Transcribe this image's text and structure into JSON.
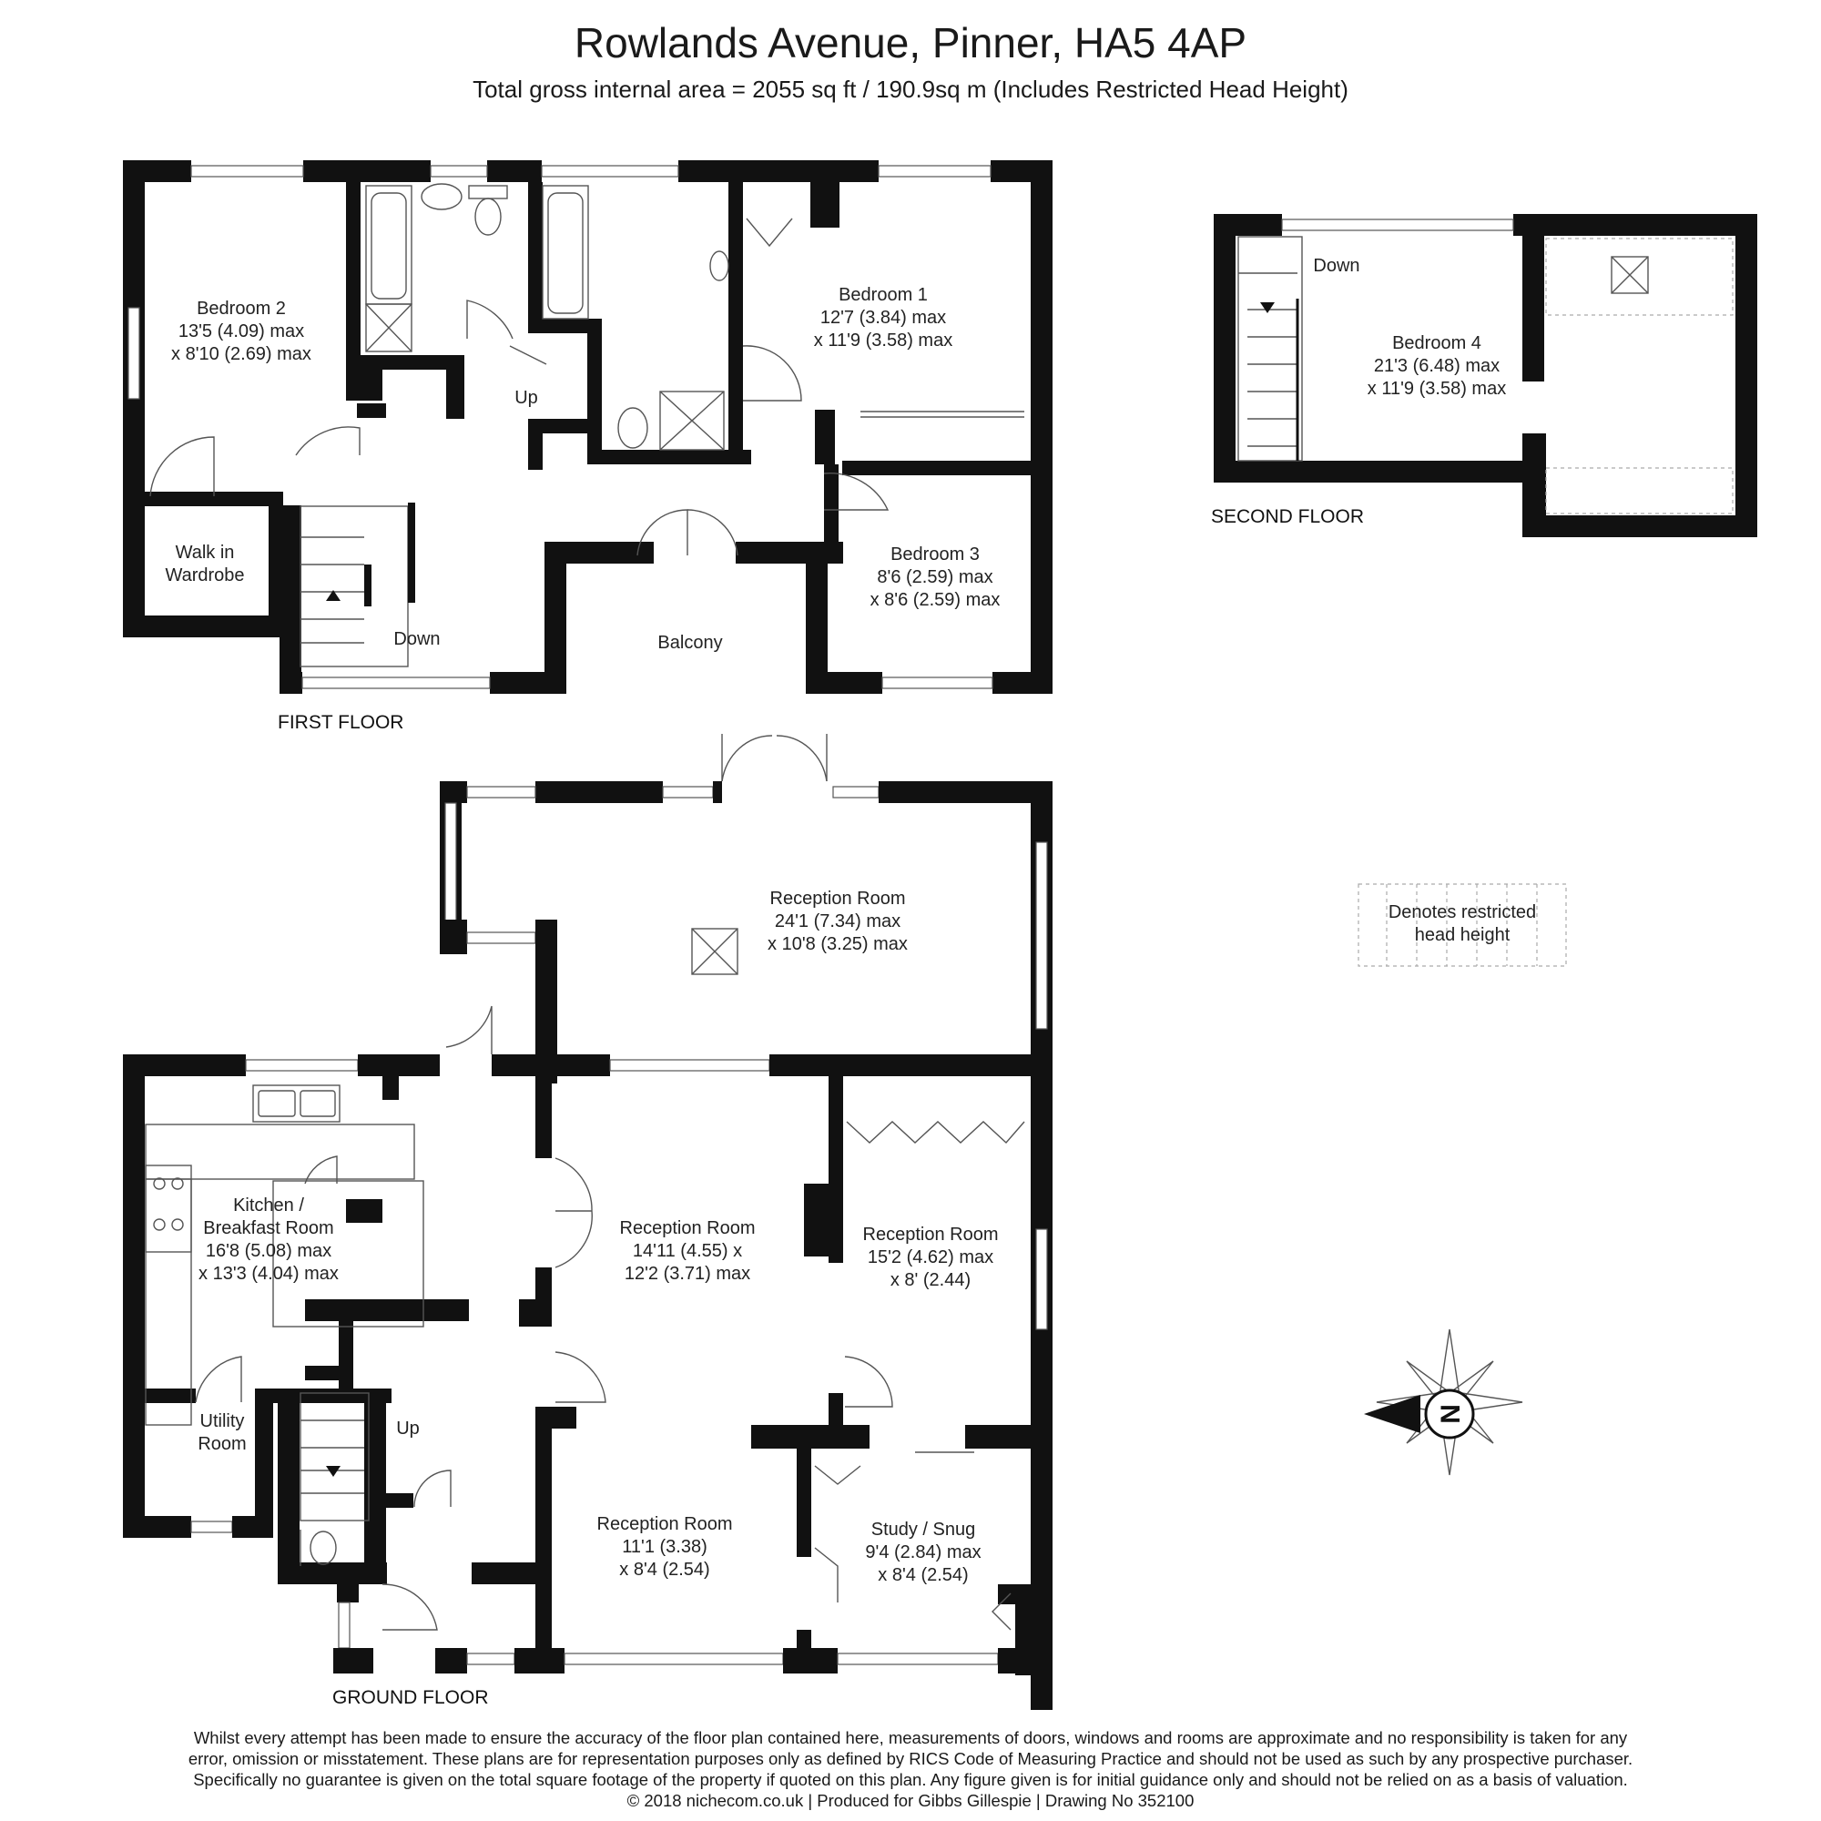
{
  "header": {
    "title": "Rowlands Avenue, Pinner, HA5 4AP",
    "subtitle": "Total gross internal area =  2055 sq ft / 190.9sq m (Includes Restricted Head Height)"
  },
  "floors": {
    "first": "FIRST FLOOR",
    "second": "SECOND FLOOR",
    "ground": "GROUND FLOOR"
  },
  "rooms": {
    "bedroom2": [
      "Bedroom 2",
      "13'5 (4.09) max",
      "x 8'10 (2.69) max"
    ],
    "bedroom1": [
      "Bedroom 1",
      "12'7 (3.84) max",
      "x 11'9 (3.58) max"
    ],
    "bedroom3": [
      "Bedroom 3",
      "8'6 (2.59) max",
      "x 8'6 (2.59) max"
    ],
    "walkin": [
      "Walk in",
      "Wardrobe"
    ],
    "balcony": "Balcony",
    "bedroom4": [
      "Bedroom 4",
      "21'3 (6.48) max",
      "x 11'9 (3.58) max"
    ],
    "reception_rear": [
      "Reception Room",
      "24'1 (7.34) max",
      "x 10'8 (3.25) max"
    ],
    "kitchen": [
      "Kitchen /",
      "Breakfast Room",
      "16'8 (5.08) max",
      "x 13'3 (4.04) max"
    ],
    "reception_mid": [
      "Reception Room",
      "14'11 (4.55) x",
      "12'2 (3.71) max"
    ],
    "reception_right": [
      "Reception Room",
      "15'2 (4.62) max",
      "x 8' (2.44)"
    ],
    "utility": [
      "Utility",
      "Room"
    ],
    "reception_front": [
      "Reception Room",
      "11'1 (3.38)",
      "x 8'4 (2.54)"
    ],
    "study": [
      "Study / Snug",
      "9'4 (2.84) max",
      "x 8'4 (2.54)"
    ]
  },
  "stairs": {
    "up_first": "Up",
    "down_first": "Down",
    "down_second": "Down",
    "up_ground": "Up"
  },
  "legend": {
    "restricted": [
      "Denotes restricted",
      "head height"
    ]
  },
  "compass": {
    "letter": "N",
    "icon": "compass-north-icon"
  },
  "footer": {
    "disclaimer": [
      "Whilst every attempt has been made to ensure the accuracy of the floor plan contained here, measurements of doors, windows and rooms are approximate and no responsibility is taken for any",
      "error, omission or misstatement. These plans are for representation purposes only as defined by RICS Code of Measuring Practice and should not be used as such by any prospective purchaser.",
      "Specifically no guarantee is given on the total square footage of the property if quoted on this plan. Any figure given is for initial guidance only and should not be relied on as a basis of valuation.",
      "© 2018 nichecom.co.uk  |  Produced for Gibbs Gillespie  |  Drawing No 352100"
    ]
  },
  "colors": {
    "wall": "#111111",
    "line": "#555555",
    "restricted": "#aaaaaa"
  }
}
